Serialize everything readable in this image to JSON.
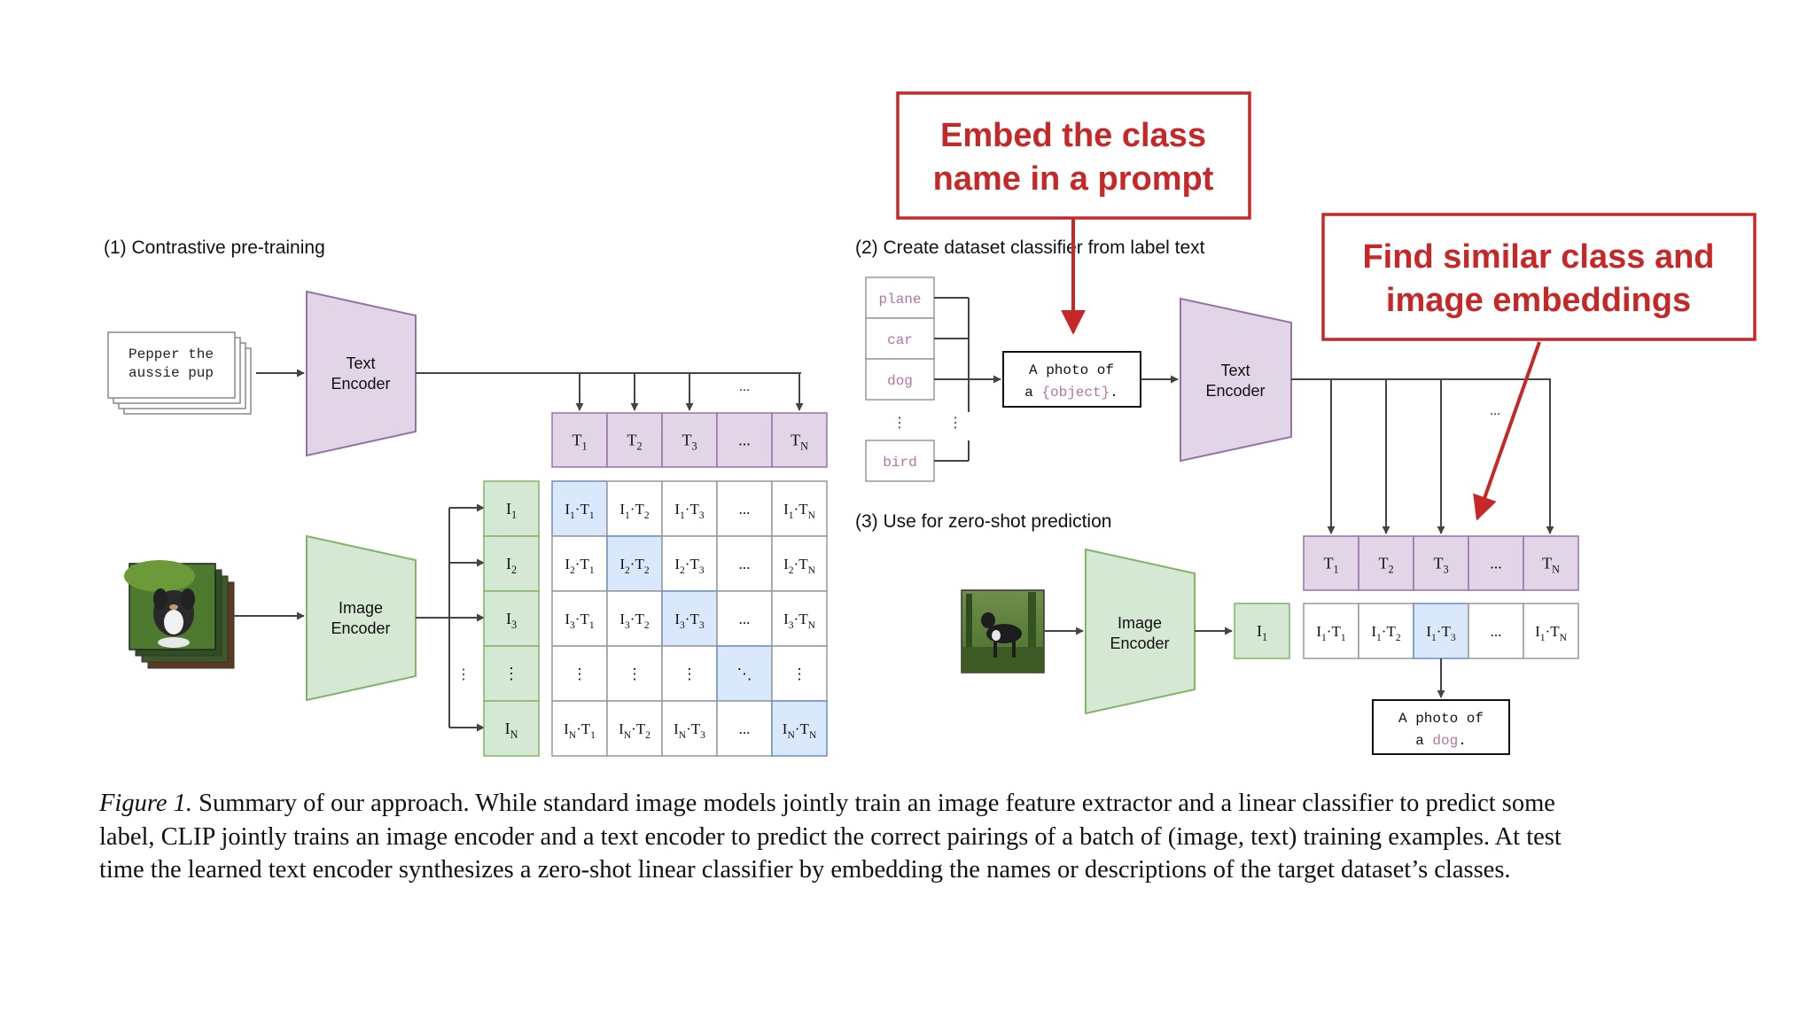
{
  "colors": {
    "purple_fill": "#e1d5e7",
    "purple_stroke": "#9673a6",
    "green_fill": "#d5e8d4",
    "green_stroke": "#82b366",
    "blue_fill": "#dae8fc",
    "blue_stroke": "#6c8ebf",
    "callout_red": "#c62828",
    "pink_text": "#b5739d"
  },
  "section1": {
    "title": "(1) Contrastive pre-training",
    "caption_lines": [
      "Pepper the",
      "aussie pup"
    ],
    "text_encoder": [
      "Text",
      "Encoder"
    ],
    "image_encoder": [
      "Image",
      "Encoder"
    ],
    "top_labels": [
      "T1",
      "T2",
      "T3",
      "...",
      "TN"
    ],
    "left_labels": [
      "I1",
      "I2",
      "I3",
      "⋮",
      "IN"
    ],
    "arrow_ellipsis": "...",
    "side_ellipsis": "⋮",
    "matrix": [
      [
        "I1·T1",
        "I1·T2",
        "I1·T3",
        "...",
        "I1·TN"
      ],
      [
        "I2·T1",
        "I2·T2",
        "I2·T3",
        "...",
        "I2·TN"
      ],
      [
        "I3·T1",
        "I3·T2",
        "I3·T3",
        "...",
        "I3·TN"
      ],
      [
        "⋮",
        "⋮",
        "⋮",
        "⋱",
        "⋮"
      ],
      [
        "IN·T1",
        "IN·T2",
        "IN·T3",
        "...",
        "IN·TN"
      ]
    ]
  },
  "section2": {
    "title": "(2) Create dataset classifier from label text",
    "labels": [
      "plane",
      "car",
      "dog",
      "bird"
    ],
    "list_ellipsis": "⋮",
    "prompt_line1": "A photo of",
    "prompt_line2_prefix": "a ",
    "prompt_placeholder": "{object}",
    "prompt_line2_suffix": ".",
    "text_encoder": [
      "Text",
      "Encoder"
    ]
  },
  "section3": {
    "title": "(3) Use for zero-shot prediction",
    "image_encoder": [
      "Image",
      "Encoder"
    ],
    "image_embedding": "I1",
    "top_labels": [
      "T1",
      "T2",
      "T3",
      "...",
      "TN"
    ],
    "arrow_ellipsis": "...",
    "row": [
      "I1·T1",
      "I1·T2",
      "I1·T3",
      "...",
      "I1·TN"
    ],
    "result_line1": "A photo of",
    "result_line2_prefix": "a ",
    "result_word": "dog",
    "result_line2_suffix": "."
  },
  "callouts": {
    "embed": [
      "Embed the class",
      "name in a prompt"
    ],
    "find": [
      "Find similar class and",
      "image embeddings"
    ]
  },
  "caption": {
    "figure_label": "Figure 1.",
    "text": " Summary of our approach. While standard image models jointly train an image feature extractor and a linear classifier to predict some label, CLIP jointly trains an image encoder and a text encoder to predict the correct pairings of a batch of (image, text) training examples. At test time the learned text encoder synthesizes a zero-shot linear classifier by embedding the names or descriptions of the target dataset’s classes."
  }
}
